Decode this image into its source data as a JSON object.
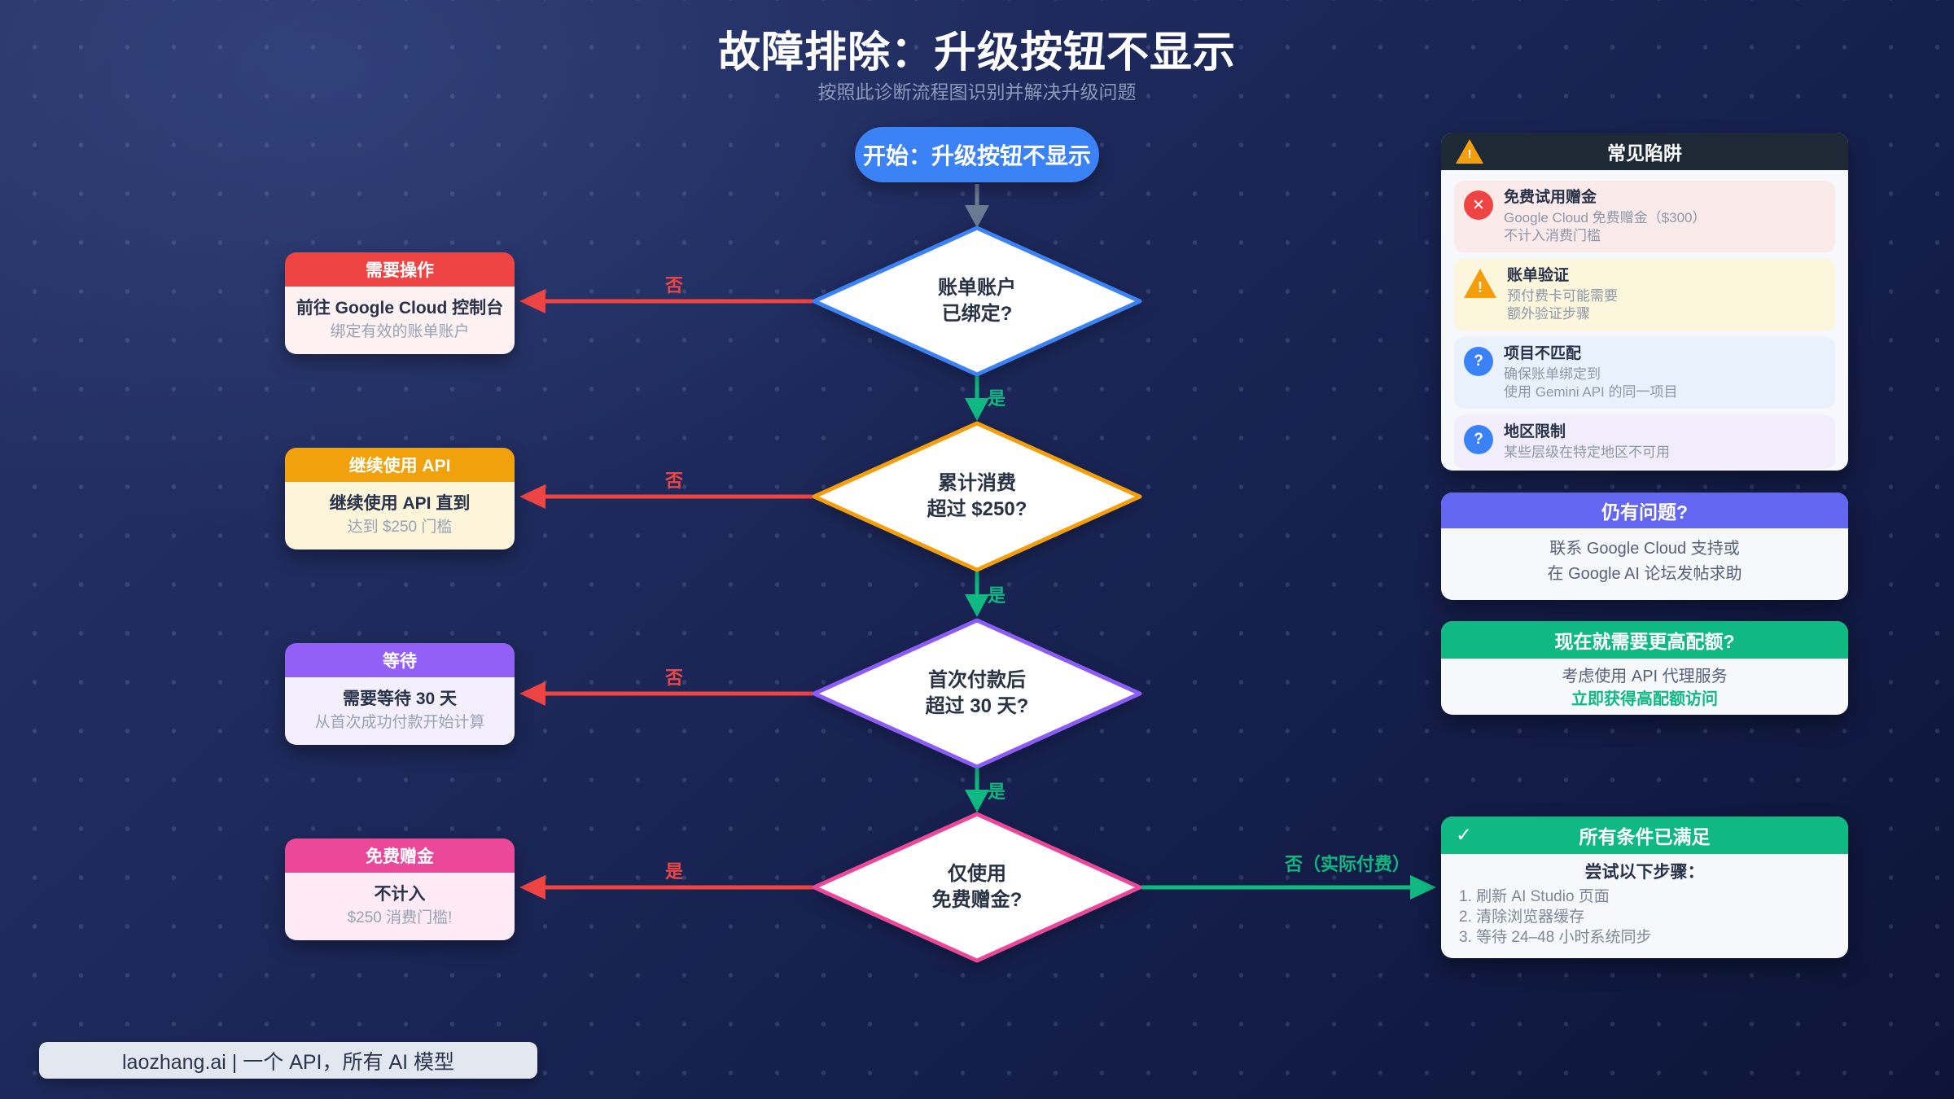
{
  "page": {
    "title": "故障排除：升级按钮不显示",
    "subtitle": "按照此诊断流程图识别并解决升级问题"
  },
  "start_node": {
    "label": "开始：升级按钮不显示"
  },
  "decisions": [
    {
      "line1": "账单账户",
      "line2": "已绑定?"
    },
    {
      "line1": "累计消费",
      "line2": "超过 $250?"
    },
    {
      "line1": "首次付款后",
      "line2": "超过 30 天?"
    },
    {
      "line1": "仅使用",
      "line2": "免费赠金?"
    }
  ],
  "edge_labels": {
    "no": "否",
    "yes": "是",
    "yes_free_credit": "是",
    "no_actual_paid": "否（实际付费）"
  },
  "action_boxes": [
    {
      "header": "需要操作",
      "line1": "前往 Google Cloud 控制台",
      "line2": "绑定有效的账单账户"
    },
    {
      "header": "继续使用 API",
      "line1": "继续使用 API 直到",
      "line2": "达到 $250 门槛"
    },
    {
      "header": "等待",
      "line1": "需要等待 30 天",
      "line2": "从首次成功付款开始计算"
    },
    {
      "header": "免费赠金",
      "line1": "不计入",
      "line2": "$250 消费门槛!"
    }
  ],
  "pitfalls_panel": {
    "title": "常见陷阱",
    "header_icon": "!",
    "items": [
      {
        "icon": "✕",
        "title": "免费试用赠金",
        "line1": "Google Cloud 免费赠金（$300）",
        "line2": "不计入消费门槛"
      },
      {
        "icon": "!",
        "title": "账单验证",
        "line1": "预付费卡可能需要",
        "line2": "额外验证步骤"
      },
      {
        "icon": "?",
        "title": "项目不匹配",
        "line1": "确保账单绑定到",
        "line2": "使用 Gemini API 的同一项目"
      },
      {
        "icon": "?",
        "title": "地区限制",
        "line1": "某些层级在特定地区不可用"
      }
    ]
  },
  "still_issues_panel": {
    "title": "仍有问题?",
    "line1": "联系 Google Cloud 支持或",
    "line2": "在 Google AI 论坛发帖求助"
  },
  "quota_panel": {
    "title": "现在就需要更高配额?",
    "line1": "考虑使用 API 代理服务",
    "link": "立即获得高配额访问"
  },
  "success_panel": {
    "icon": "✓",
    "title": "所有条件已满足",
    "steps_title": "尝试以下步骤：",
    "steps": [
      "1. 刷新 AI Studio 页面",
      "2. 清除浏览器缓存",
      "3. 等待 24–48 小时系统同步"
    ]
  },
  "footer": {
    "brand": "laozhang.ai | 一个 API，所有 AI 模型"
  },
  "colors": {
    "blue": "#3b82f6",
    "orange": "#f59e0b",
    "purple": "#8b5cf6",
    "pink": "#ec4899",
    "red": "#ef4444",
    "green": "#10b981",
    "indigo": "#6366f1",
    "header_dark": "#1e2936"
  }
}
